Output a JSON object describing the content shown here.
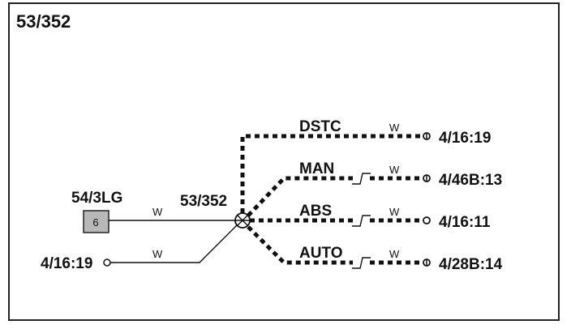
{
  "diagram": {
    "title": "53/352",
    "splice": {
      "label": "53/352"
    },
    "component": {
      "label": "54/3LG",
      "pin": "6"
    },
    "wire_color": "W",
    "inputs": {
      "lower": {
        "label": "4/16:19"
      }
    },
    "branches": [
      {
        "name": "DSTC",
        "wire": "W",
        "terminal": "4/16:19"
      },
      {
        "name": "MAN",
        "wire": "W",
        "terminal": "4/46B:13"
      },
      {
        "name": "ABS",
        "wire": "W",
        "terminal": "4/16:11"
      },
      {
        "name": "AUTO",
        "wire": "W",
        "terminal": "4/28B:14"
      }
    ]
  }
}
